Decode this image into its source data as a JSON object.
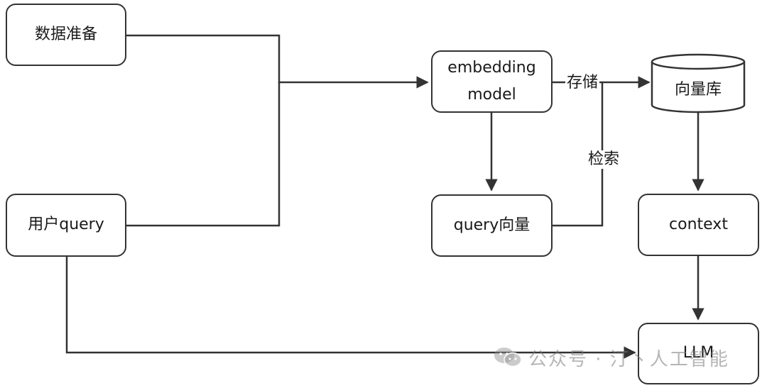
{
  "nodes": {
    "data_prep": "数据准备",
    "user_query": "用户query",
    "embedding_model": "embedding\nmodel",
    "query_vector": "query向量",
    "vector_db": "向量库",
    "context": "context",
    "llm": "LLM"
  },
  "edge_labels": {
    "store": "存储",
    "retrieve": "检索"
  },
  "watermark": {
    "text": "公众号 · 汀丶人工智能"
  },
  "colors": {
    "stroke": "#333333",
    "text": "#1a1a1a",
    "background": "#ffffff"
  }
}
